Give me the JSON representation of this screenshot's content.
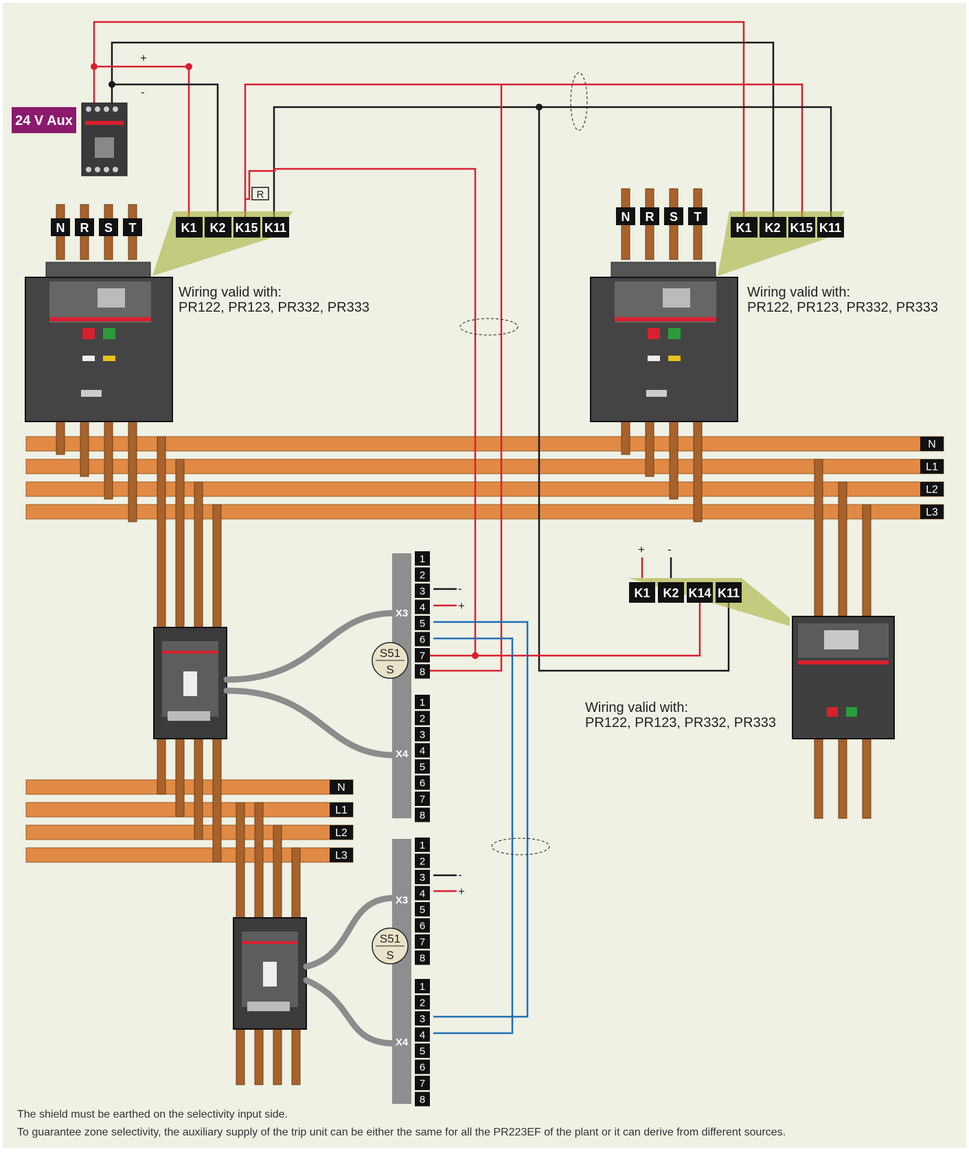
{
  "aux_supply": {
    "label": "24 V Aux",
    "plus": "+",
    "minus": "-"
  },
  "phases": [
    "N",
    "R",
    "S",
    "T"
  ],
  "terminals_upper": [
    "K1",
    "K2",
    "K15",
    "K11"
  ],
  "terminals_right": [
    "K1",
    "K2",
    "K14",
    "K11"
  ],
  "resistor_label": "R",
  "busbar_upper": [
    "N",
    "L1",
    "L2",
    "L3"
  ],
  "busbar_lower": [
    "N",
    "L1",
    "L2",
    "L3"
  ],
  "wiring_note": {
    "line1": "Wiring valid with:",
    "line2": "PR122, PR123, PR332, PR333"
  },
  "connector_x3": "X3",
  "connector_x4": "X4",
  "block_numbers": [
    "1",
    "2",
    "3",
    "4",
    "5",
    "6",
    "7",
    "8"
  ],
  "sign_plus": "+",
  "sign_minus": "-",
  "s51": {
    "top": "S51",
    "bottom": "S"
  },
  "footer": {
    "line1": "The shield must be earthed on the selectivity input side.",
    "line2": "To guarantee zone selectivity, the auxiliary supply of the trip unit can be either the same for all the PR223EF of the plant or it can derive from different sources."
  },
  "colors": {
    "background": "#eef1e4",
    "copper": "#e08a45",
    "red_wire": "#d9202f",
    "black_wire": "#1a1a1a",
    "blue_wire": "#1f6fb5",
    "aux": "#8b1a6d"
  }
}
